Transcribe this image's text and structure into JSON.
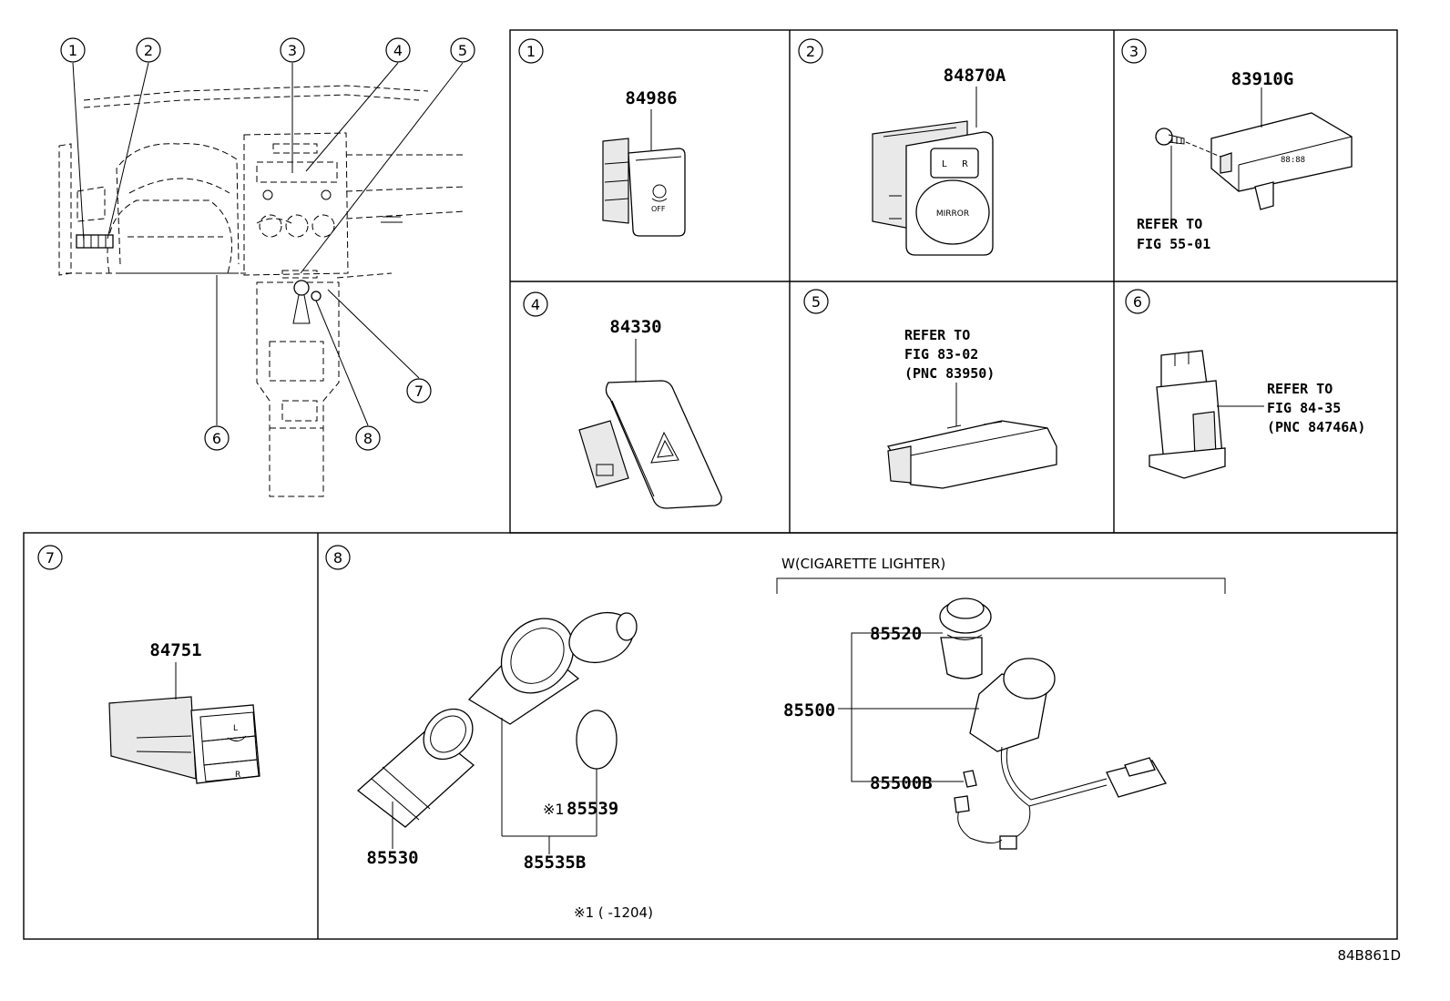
{
  "callouts": [
    "1",
    "2",
    "3",
    "4",
    "5",
    "6",
    "7",
    "8"
  ],
  "panel_numbers": [
    "1",
    "2",
    "3",
    "4",
    "5",
    "6",
    "7",
    "8"
  ],
  "parts": {
    "p84986": "84986",
    "p84870a": "84870A",
    "p83910g": "83910G",
    "p84330": "84330",
    "p84751": "84751",
    "p85530": "85530",
    "p85535b": "85535B",
    "p85539": "85539",
    "p85520": "85520",
    "p85500": "85500",
    "p85500b": "85500B"
  },
  "refs": {
    "r3": [
      "REFER TO",
      "FIG 55-01"
    ],
    "r5": [
      "REFER TO",
      "FIG 83-02",
      "(PNC 83950)"
    ],
    "r6": [
      "REFER TO",
      "FIG 84-35",
      "(PNC 84746A)"
    ]
  },
  "icon_text": {
    "off_label": "OFF",
    "mirror_label": "MIRROR",
    "mirror_l": "L",
    "mirror_r": "R",
    "seat_l": "L",
    "seat_r": "R",
    "clock": "88:88"
  },
  "section_title": "W(CIGARETTE LIGHTER)",
  "mark_prefix": "※1",
  "footnote": "※1 (      -1204)",
  "diagram_id": "84B861D"
}
